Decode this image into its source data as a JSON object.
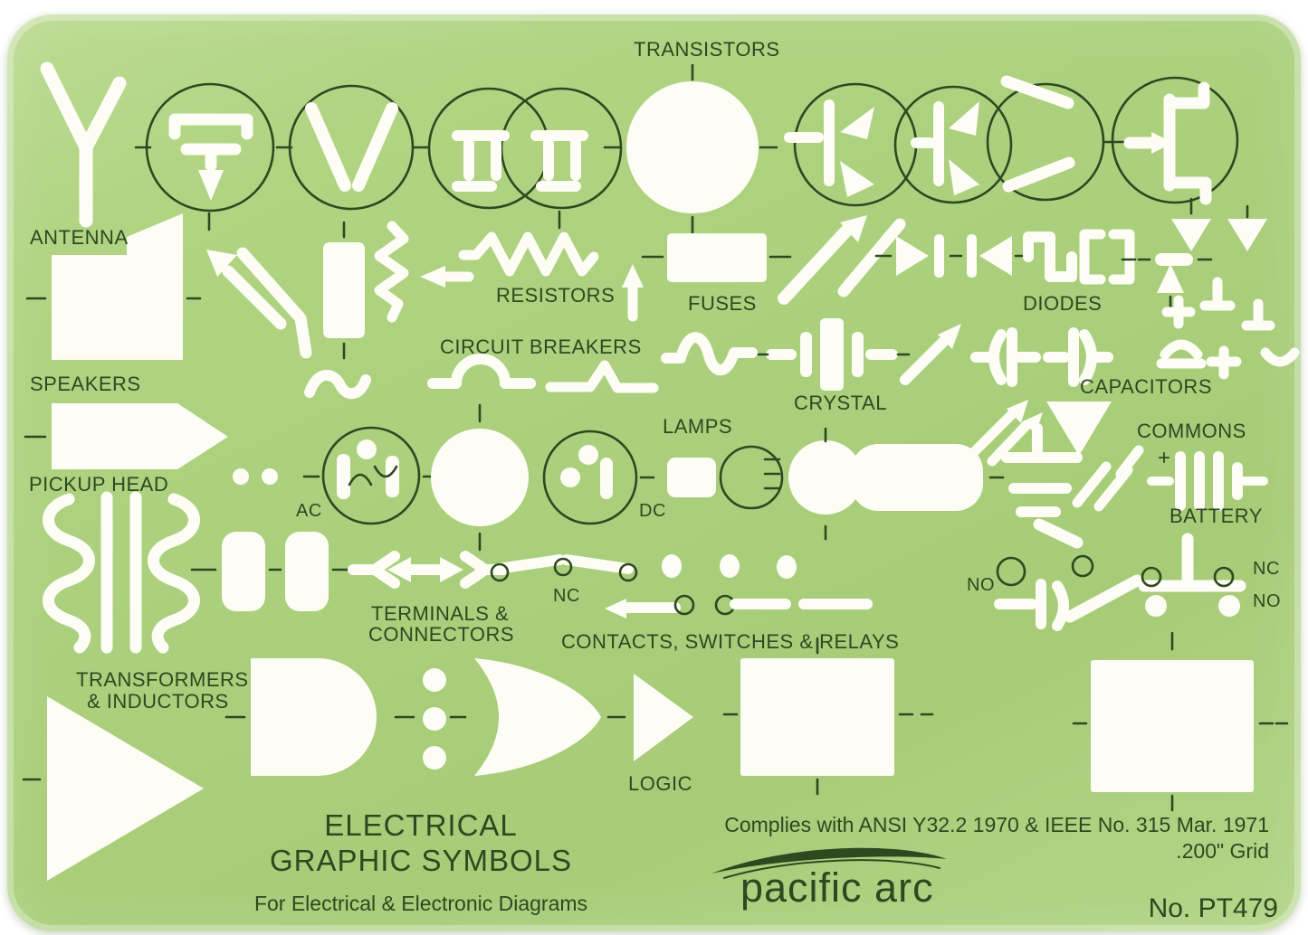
{
  "colors": {
    "template_green": "#abd07d",
    "template_edge_highlight": "#c9e2a2",
    "cutout_white": "#fdfdf5",
    "ink_dark_green": "#2e4820",
    "page_background": "#ffffff"
  },
  "sections": {
    "transistors": "TRANSISTORS",
    "antenna": "ANTENNA",
    "speakers": "SPEAKERS",
    "pickup_head": "PICKUP HEAD",
    "transformers_line1": "TRANSFORMERS",
    "transformers_line2": "& INDUCTORS",
    "resistors": "RESISTORS",
    "circuit_breakers": "CIRCUIT BREAKERS",
    "fuses": "FUSES",
    "crystal": "CRYSTAL",
    "diodes": "DIODES",
    "capacitors": "CAPACITORS",
    "commons": "COMMONS",
    "battery_polarity": "+",
    "battery": "BATTERY",
    "lamps": "LAMPS",
    "lamp_ac": "AC",
    "lamp_dc": "DC",
    "contact_nc_mid": "NC",
    "contact_no_mid": "NO",
    "contact_nc_right": "NC",
    "contact_no_right": "NO",
    "terminals_line1": "TERMINALS &",
    "terminals_line2": "CONNECTORS",
    "contacts_switches": "CONTACTS, SWITCHES & RELAYS",
    "logic": "LOGIC"
  },
  "footer": {
    "title_line1": "ELECTRICAL",
    "title_line2": "GRAPHIC SYMBOLS",
    "subtitle": "For Electrical & Electronic Diagrams",
    "compliance": "Complies with ANSI Y32.2 1970 & IEEE No. 315 Mar. 1971",
    "grid_spec": ".200\" Grid",
    "brand": "pacific arc",
    "part_number": "No. PT479"
  },
  "symbols": [
    "antenna-symbol",
    "transistor-circles",
    "speaker-horns",
    "resistor-box",
    "resistor-zigzags",
    "arrow-connectors",
    "fuse-rectangle",
    "fuse-wave",
    "circuit-breakers",
    "diode-symbols",
    "diode-triangles",
    "crystal-symbol",
    "capacitor-symbols",
    "capacitor-trimmers",
    "lamp-circles-ac-dc",
    "ground-commons",
    "battery-cells",
    "pickup-head-coils",
    "terminal-connectors",
    "contact-switches",
    "relay-contacts",
    "amplifier-triangle",
    "and-gate",
    "or-gate",
    "buffer-gate",
    "logic-rectangles",
    "brand-swoosh"
  ]
}
